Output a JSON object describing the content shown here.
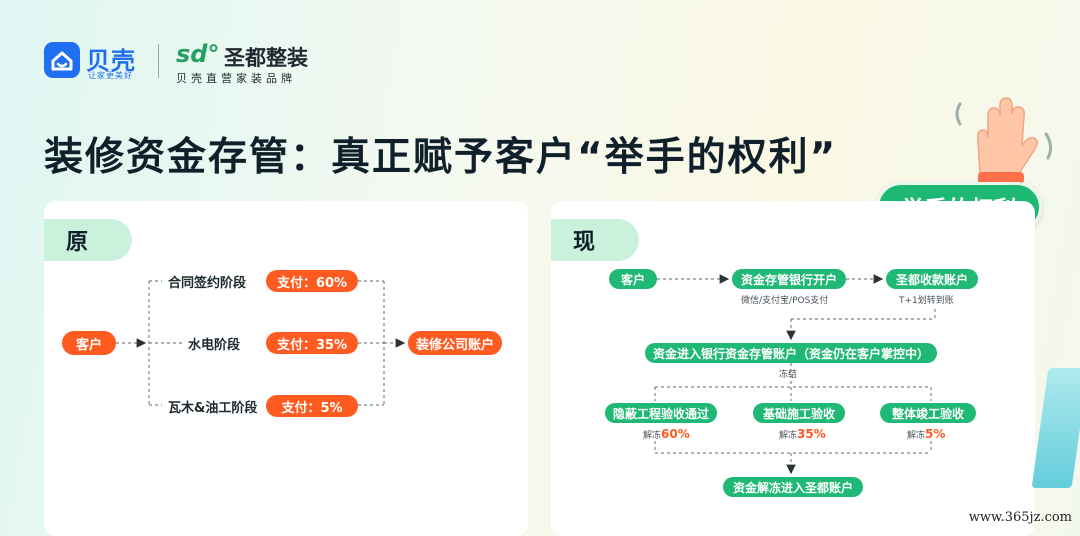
{
  "header": {
    "beike_name": "贝壳",
    "beike_slogan": "让家更美好",
    "sd_mark": "sd°",
    "sd_name": "圣都整装",
    "sd_tagline": "贝壳直营家装品牌"
  },
  "title": "装修资金存管：真正赋予客户“举手的权利”",
  "badge": "举手的权利",
  "left_panel": {
    "tag": "原",
    "client": "客户",
    "stages": [
      {
        "label": "合同签约阶段",
        "pay": "支付：60%"
      },
      {
        "label": "水电阶段",
        "pay": "支付：35%"
      },
      {
        "label": "瓦木&油工阶段",
        "pay": "支付：5%"
      }
    ],
    "target": "装修公司账户"
  },
  "right_panel": {
    "tag": "现",
    "client": "客户",
    "bank_open": "资金存管银行开户",
    "bank_open_note": "微信/支付宝/POS支付",
    "sd_account": "圣都收款账户",
    "sd_account_note": "T+1划转到账",
    "deposit": "资金进入银行资金存管账户（资金仍在客户掌控中）",
    "freeze_note": "冻结",
    "milestones": [
      {
        "label": "隐蔽工程验收通过",
        "note": "解冻",
        "pct": "60%"
      },
      {
        "label": "基础施工验收",
        "note": "解冻",
        "pct": "35%"
      },
      {
        "label": "整体竣工验收",
        "note": "解冻",
        "pct": "5%"
      }
    ],
    "release": "资金解冻进入圣都账户"
  },
  "watermark": "www.365jz.com",
  "colors": {
    "orange": "#ff5a1f",
    "green": "#1fb874",
    "blue": "#1f6ff0"
  }
}
